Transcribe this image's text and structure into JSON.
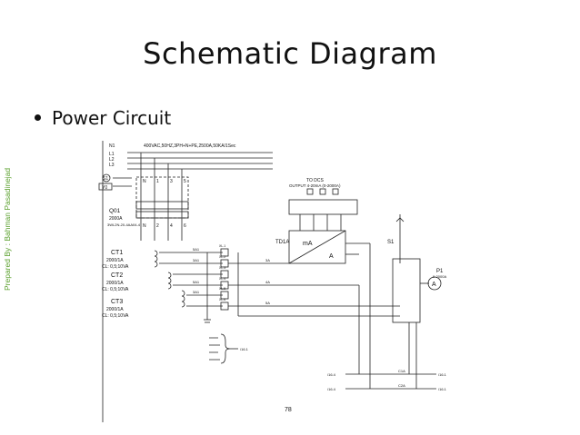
{
  "slide": {
    "title": "Schematic Diagram",
    "bullet": "Power Circuit",
    "vertical_credit": "Prepared By : Bahman Pasadinejad",
    "page_number": "78"
  },
  "schematic": {
    "bus": [
      "N1",
      "L1",
      "L2",
      "L3"
    ],
    "bus_spec": "400VAC,50HZ,3PH+N+PE,2500A,50KA/1Sec",
    "small_labels": [
      "S1",
      "Y0"
    ],
    "breaker": {
      "name": "Q01",
      "rating": "2000A",
      "model": "3WL2N-20-4AA04-4"
    },
    "breaker_terminals_top": [
      "N",
      "1",
      "3",
      "5"
    ],
    "breaker_terminals_bottom": [
      "N",
      "2",
      "4",
      "6"
    ],
    "cts": [
      {
        "name": "CT1",
        "ratio": "2000/1A",
        "class": "CL: 0,5;10VA"
      },
      {
        "name": "CT2",
        "ratio": "2000/1A",
        "class": "CL: 0,5;10VA"
      },
      {
        "name": "CT3",
        "ratio": "2000/1A",
        "class": "CL: 0,5;10VA"
      }
    ],
    "wire_labels": [
      "5A1",
      "3A1",
      "5A1",
      "3A1",
      "3A",
      "4A",
      "5A"
    ],
    "terminal_labels": [
      "XL.1",
      "XL.2",
      "XL.3",
      "XL.4",
      "XL.5",
      "XL.6"
    ],
    "to_dcs": {
      "title": "TO DCS",
      "output": "OUTPUT 4-20mA (0-2000A)"
    },
    "transducer": {
      "name": "TD1A",
      "in_label": "mA",
      "out_label": "A"
    },
    "switch": {
      "name": "S1"
    },
    "meter": {
      "name": "P1",
      "model": "0-2000A",
      "symbol": "A"
    },
    "ref_labels": [
      "/16.1",
      "/16.4",
      "/16.4",
      "/16.1",
      "/16.1"
    ],
    "bottom_wires": [
      "C1A",
      "C2A"
    ]
  }
}
